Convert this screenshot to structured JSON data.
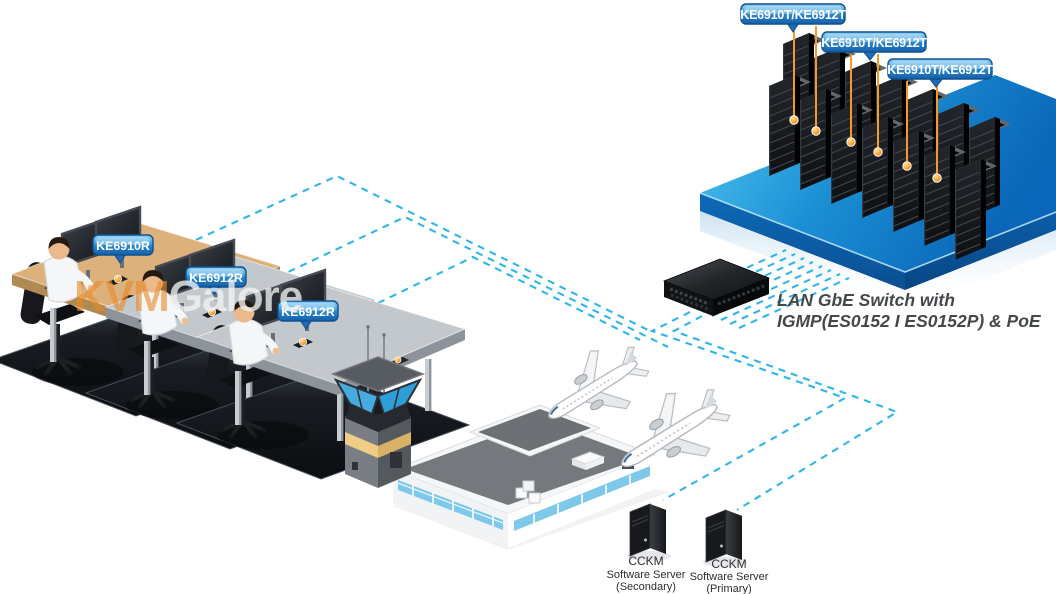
{
  "diagram": {
    "tx_badges": [
      {
        "label": "KE6910T/KE6912T"
      },
      {
        "label": "KE6910T/KE6912T"
      },
      {
        "label": "KE6910T/KE6912T"
      }
    ],
    "rx_badges": [
      {
        "label": "KE6910R"
      },
      {
        "label": "KE6912R"
      },
      {
        "label": "KE6912R"
      }
    ],
    "switch_caption": {
      "line1": "LAN GbE Switch with",
      "line2": "IGMP(ES0152 I ES0152P) & PoE"
    },
    "servers": [
      {
        "line1": "CCKM",
        "line2": "Software Server",
        "line3": "(Secondary)"
      },
      {
        "line1": "CCKM",
        "line2": "Software Server",
        "line3": "(Primary)"
      }
    ],
    "watermark": {
      "part1": "KVM",
      "part2": "Galore"
    },
    "colors": {
      "dashed_line": "#2eb6e8",
      "orange_accent": "#f59a28",
      "platform_blue": "#1388d8",
      "badge_blue": "#2f86c8",
      "watermark_orange": "#e68a28"
    }
  }
}
